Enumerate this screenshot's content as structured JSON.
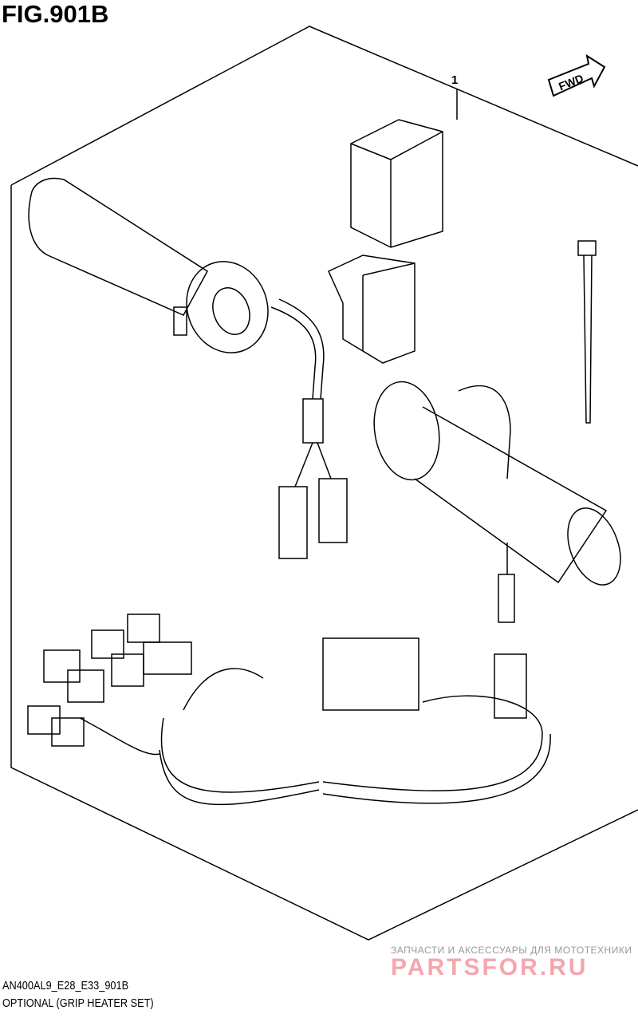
{
  "figure": {
    "title": "FIG.901B",
    "code": "AN400AL9_E28_E33_901B",
    "description": "OPTIONAL (GRIP HEATER SET)"
  },
  "callouts": [
    {
      "ref": "1"
    }
  ],
  "direction_label": "FWD",
  "watermark": {
    "tagline": "ЗАПЧАСТИ И АКСЕССУАРЫ ДЛЯ МОТОТЕХНИКИ",
    "brand": "PARTSFOR.RU"
  }
}
